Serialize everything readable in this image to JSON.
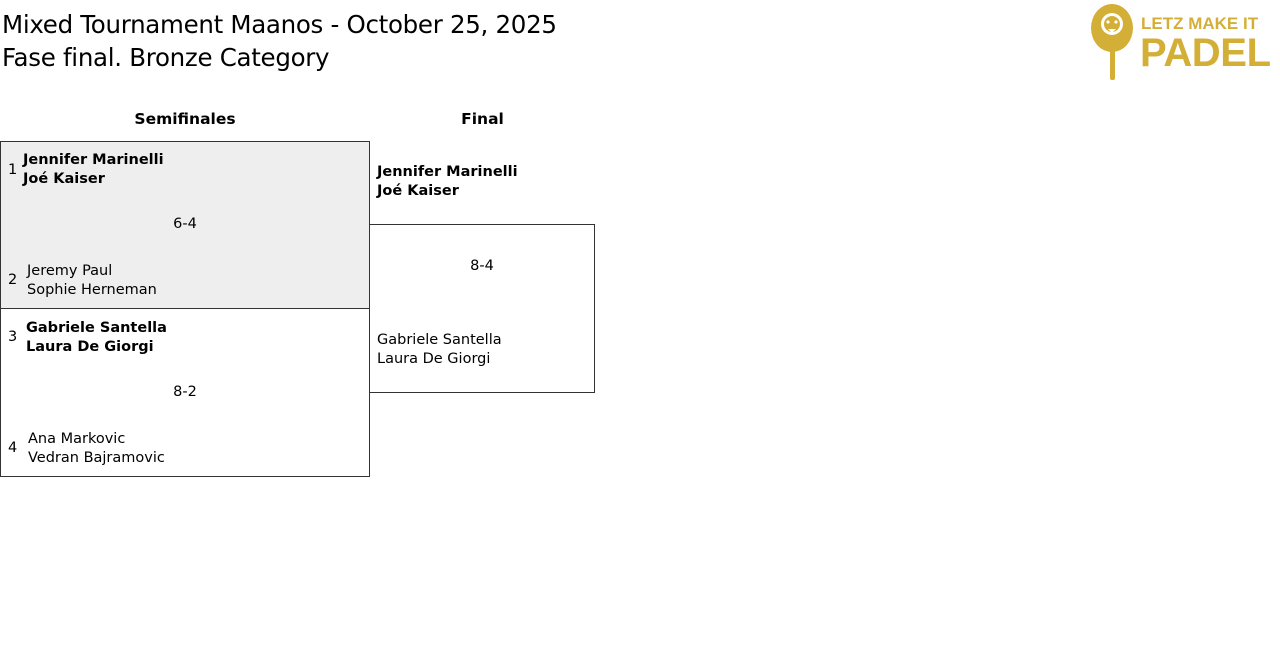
{
  "header": {
    "title_line1": "Mixed Tournament Maanos - October 25, 2025",
    "title_line2": "Fase final. Bronze Category"
  },
  "logo": {
    "line1": "LETZ MAKE IT",
    "line2": "PADEL",
    "icon": "lion-padel-racket-icon",
    "color": "#d4af37"
  },
  "rounds": {
    "semifinals": "Semifinales",
    "final": "Final"
  },
  "semifinals": [
    {
      "score": "6-4",
      "top": {
        "seed": "1",
        "player1": "Jennifer Marinelli",
        "player2": "Joé Kaiser",
        "winner": true
      },
      "bottom": {
        "seed": "2",
        "player1": "Jeremy Paul",
        "player2": "Sophie Herneman",
        "winner": false
      }
    },
    {
      "score": "8-2",
      "top": {
        "seed": "3",
        "player1": "Gabriele Santella",
        "player2": "Laura De Giorgi",
        "winner": true
      },
      "bottom": {
        "seed": "4",
        "player1": "Ana Markovic",
        "player2": "Vedran Bajramovic",
        "winner": false
      }
    }
  ],
  "final": {
    "score": "8-4",
    "top": {
      "player1": "Jennifer Marinelli",
      "player2": "Joé Kaiser",
      "winner": true
    },
    "bottom": {
      "player1": "Gabriele Santella",
      "player2": "Laura De Giorgi",
      "winner": false
    }
  }
}
